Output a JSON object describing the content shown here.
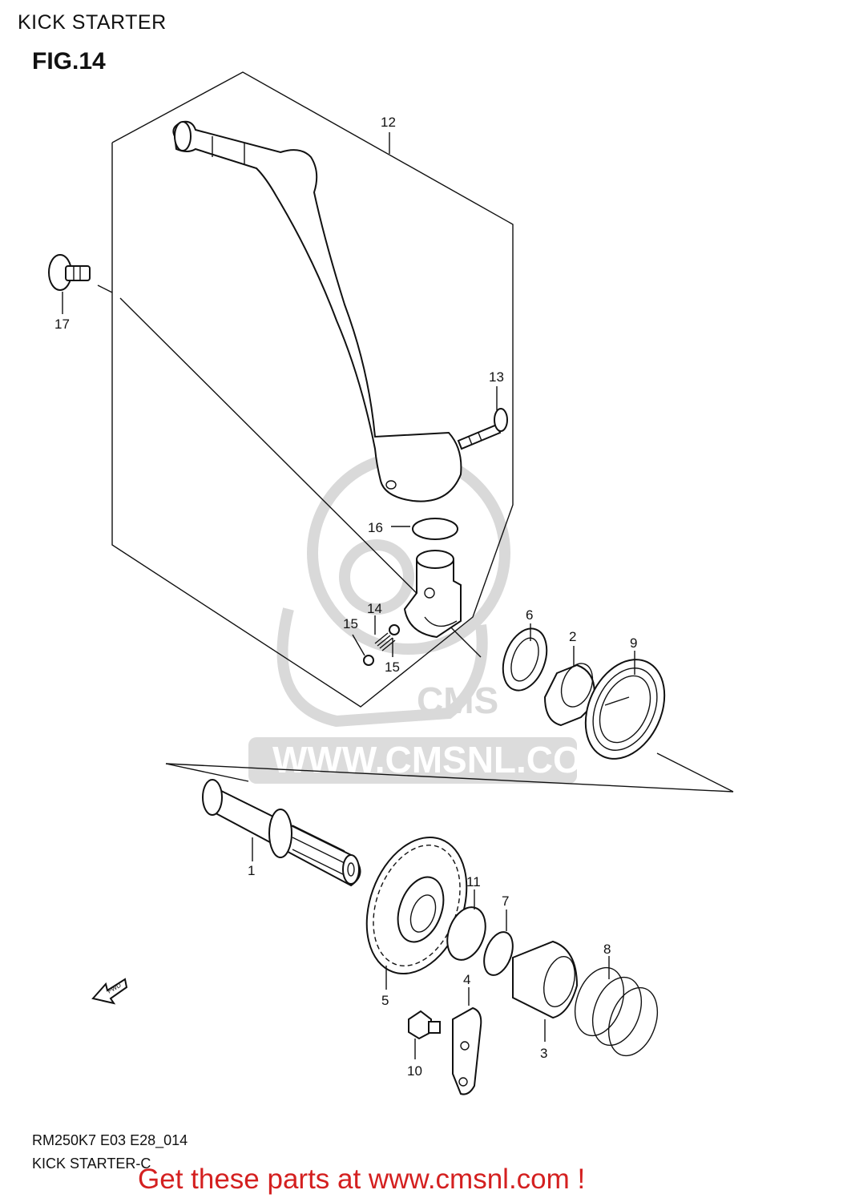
{
  "header": {
    "title": "KICK STARTER",
    "figure": "FIG.14"
  },
  "callouts": [
    {
      "id": "callout-12",
      "label": "12"
    },
    {
      "id": "callout-17",
      "label": "17"
    },
    {
      "id": "callout-13",
      "label": "13"
    },
    {
      "id": "callout-16",
      "label": "16"
    },
    {
      "id": "callout-14",
      "label": "14"
    },
    {
      "id": "callout-15a",
      "label": "15"
    },
    {
      "id": "callout-15b",
      "label": "15"
    },
    {
      "id": "callout-6",
      "label": "6"
    },
    {
      "id": "callout-2",
      "label": "2"
    },
    {
      "id": "callout-9",
      "label": "9"
    },
    {
      "id": "callout-1",
      "label": "1"
    },
    {
      "id": "callout-11",
      "label": "11"
    },
    {
      "id": "callout-7",
      "label": "7"
    },
    {
      "id": "callout-5",
      "label": "5"
    },
    {
      "id": "callout-4",
      "label": "4"
    },
    {
      "id": "callout-8",
      "label": "8"
    },
    {
      "id": "callout-3",
      "label": "3"
    },
    {
      "id": "callout-10",
      "label": "10"
    }
  ],
  "fwd_label": "FWD",
  "watermark": {
    "url": "WWW.CMSNL.COM",
    "logo": "CMS"
  },
  "footer": {
    "code": "RM250K7 E03 E28_014",
    "subtitle": "KICK STARTER-C",
    "promo": "Get these parts at www.cmsnl.com !",
    "promo_color": "#d42020"
  },
  "colors": {
    "line": "#111111",
    "watermark": "#d9d9d9"
  }
}
